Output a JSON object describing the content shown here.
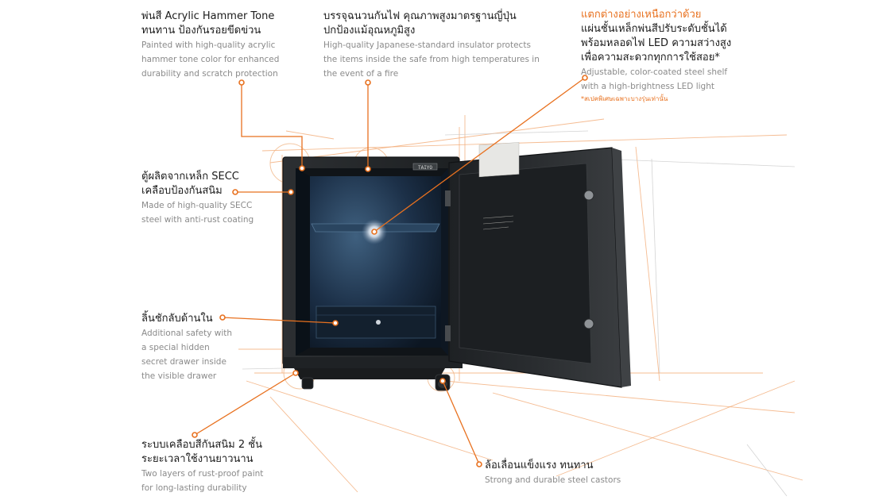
{
  "features": {
    "paint": {
      "title_lines": [
        "พ่นสี Acrylic Hammer Tone",
        "ทนทาน ป้องกันรอยขีดข่วน"
      ],
      "desc_lines": [
        "Painted with high-quality acrylic",
        "hammer tone color for enhanced",
        "durability and scratch protection"
      ]
    },
    "insulator": {
      "title_lines": [
        "บรรจุฉนวนกันไฟ คุณภาพสูงมาตรฐานญี่ปุ่น",
        "ปกป้องแม้อุณหภูมิสูง"
      ],
      "desc_lines": [
        "High-quality Japanese-standard insulator protects",
        "the items inside the safe from high temperatures in",
        "the event of a fire"
      ]
    },
    "shelf": {
      "highlight": "แตกต่างอย่างเหนือกว่าด้วย",
      "title_lines": [
        "แผ่นชั้นเหล็กพ่นสีปรับระดับชั้นได้",
        "พร้อมหลอดไฟ LED ความสว่างสูง",
        "เพื่อความสะดวกทุกการใช้สอย*"
      ],
      "desc_lines": [
        "Adjustable, color-coated steel shelf",
        "with a high-brightness LED light"
      ],
      "note": "*สเปคพิเศษเฉพาะบางรุ่นเท่านั้น"
    },
    "steel": {
      "title_lines": [
        "ตู้ผลิตจากเหล็ก SECC",
        "เคลือบป้องกันสนิม"
      ],
      "desc_lines": [
        "Made of high-quality SECC",
        "steel with anti-rust coating"
      ]
    },
    "drawer": {
      "title_lines": [
        "ลิ้นชักลับด้านใน"
      ],
      "desc_lines": [
        "Additional safety with",
        "a special hidden",
        "secret drawer inside",
        "the visible drawer"
      ]
    },
    "coating": {
      "title_lines": [
        "ระบบเคลือบสีกันสนิม 2 ชั้น",
        "ระยะเวลาใช้งานยาวนาน"
      ],
      "desc_lines": [
        "Two layers of rust-proof paint",
        "for long-lasting durability"
      ]
    },
    "castors": {
      "title_lines": [
        "ล้อเลื่อนแข็งแรง ทนทาน"
      ],
      "desc_lines": [
        "Strong and durable steel castors"
      ]
    }
  },
  "safe": {
    "brand_plate": "TAIYO",
    "colors": {
      "body": "#26292c",
      "interior": "#16283a",
      "door": "#2e3134",
      "accent": "#e8711f"
    }
  }
}
